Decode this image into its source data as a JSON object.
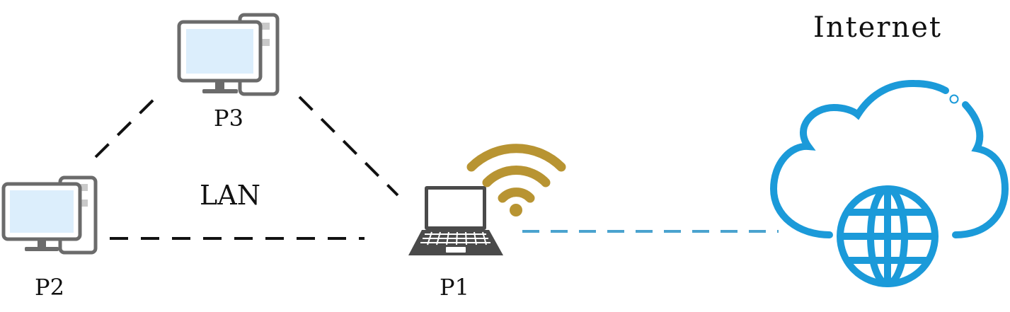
{
  "nodes": {
    "p1": {
      "label": "P1",
      "icon": "laptop-icon"
    },
    "p2": {
      "label": "P2",
      "icon": "desktop-computer-icon"
    },
    "p3": {
      "label": "P3",
      "icon": "desktop-computer-icon"
    }
  },
  "network": {
    "lan_label": "LAN",
    "internet_label": "Internet",
    "internet_icon": "cloud-globe-icon",
    "wifi_icon": "wifi-icon"
  },
  "colors": {
    "computer_frame": "#6b6b6b",
    "computer_screen": "#dceefc",
    "laptop_body": "#4a4a4a",
    "wifi": "#b89432",
    "cloud": "#1b9ad9",
    "lan_link": "#111111",
    "internet_link": "#4aa3cf"
  }
}
